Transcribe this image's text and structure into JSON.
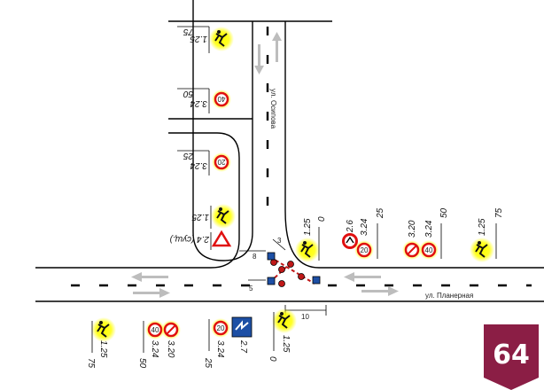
{
  "streets": {
    "vertical": "ул. Осипова",
    "horizontal": "ул. Планерная"
  },
  "dimensions": {
    "d8": "8",
    "d5": "5",
    "d10": "10",
    "d3": "3"
  },
  "signs": {
    "top_75": {
      "code": "1.25",
      "dist": "75"
    },
    "top_50": {
      "code": "3.24",
      "dist": "50",
      "limit": "40"
    },
    "mid_25": {
      "code": "3.24",
      "dist": "25",
      "limit": "20"
    },
    "mid_125": {
      "code": "1.25"
    },
    "mid_24": {
      "code": "2.4 (сущ.)"
    },
    "r_0": {
      "code": "1.25",
      "dist": "0"
    },
    "r_25": {
      "code1": "2.6",
      "code2": "3.24",
      "dist": "25",
      "limit": "20"
    },
    "r_50": {
      "code1": "3.20",
      "code2": "3.24",
      "dist": "50",
      "limit": "40"
    },
    "r_75": {
      "code": "1.25",
      "dist": "75"
    },
    "b_75": {
      "code": "1.25",
      "dist": "75"
    },
    "b_50": {
      "code1": "3.24",
      "code2": "3.20",
      "dist": "50",
      "limit": "40"
    },
    "b_25": {
      "code1": "3.24",
      "code2": "2.7",
      "dist": "25",
      "limit": "20"
    },
    "b_0": {
      "code": "1.25",
      "dist": "0"
    }
  },
  "badge": {
    "number": "64",
    "color": "#8b1e45"
  },
  "colors": {
    "highlight": "#ffff00",
    "sign_red": "#e01010",
    "sign_blue": "#1d4fa5"
  }
}
